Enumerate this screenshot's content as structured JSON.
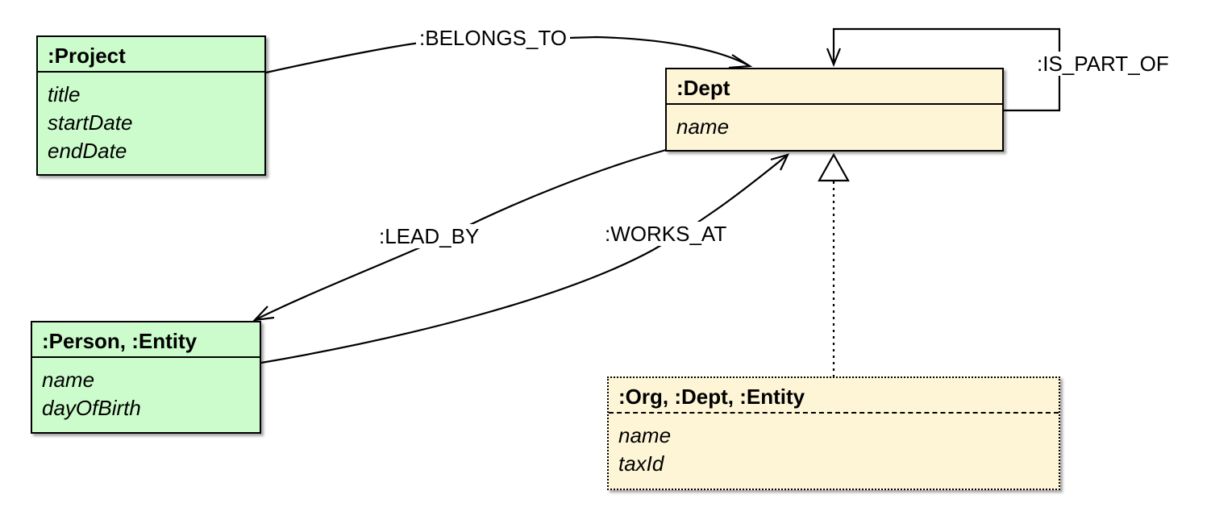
{
  "nodes": {
    "project": {
      "title": ":Project",
      "attrs": [
        "title",
        "startDate",
        "endDate"
      ]
    },
    "dept": {
      "title": ":Dept",
      "attrs": [
        "name"
      ]
    },
    "person": {
      "title": ":Person, :Entity",
      "attrs": [
        "name",
        "dayOfBirth"
      ]
    },
    "org": {
      "title": ":Org, :Dept, :Entity",
      "attrs": [
        "name",
        "taxId"
      ]
    }
  },
  "edges": {
    "belongs_to": ":BELONGS_TO",
    "is_part_of": ":IS_PART_OF",
    "lead_by": ":LEAD_BY",
    "works_at": ":WORKS_AT"
  },
  "colors": {
    "entity_fill": "#ccfccc",
    "dept_fill": "#fdf5d6",
    "line": "#000000"
  }
}
